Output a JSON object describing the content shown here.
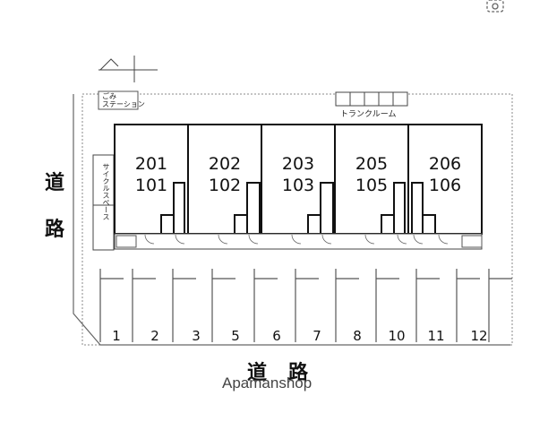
{
  "labels": {
    "trash_station": [
      "ごみ",
      "ステーション"
    ],
    "bicycle_space": "サイクルスペース",
    "trunk_room": "トランクルーム",
    "road_left": [
      "道",
      "路"
    ],
    "road_bottom": [
      "道",
      "路"
    ],
    "watermark": "Apamanshop"
  },
  "units": [
    {
      "upper": "201",
      "lower": "101"
    },
    {
      "upper": "202",
      "lower": "102"
    },
    {
      "upper": "203",
      "lower": "103"
    },
    {
      "upper": "205",
      "lower": "105"
    },
    {
      "upper": "206",
      "lower": "106"
    }
  ],
  "parking": [
    "1",
    "2",
    "3",
    "5",
    "6",
    "7",
    "8",
    "10",
    "11",
    "12"
  ],
  "icons": {
    "corner": "camera-icon",
    "compass": "north-arrow-icon"
  }
}
